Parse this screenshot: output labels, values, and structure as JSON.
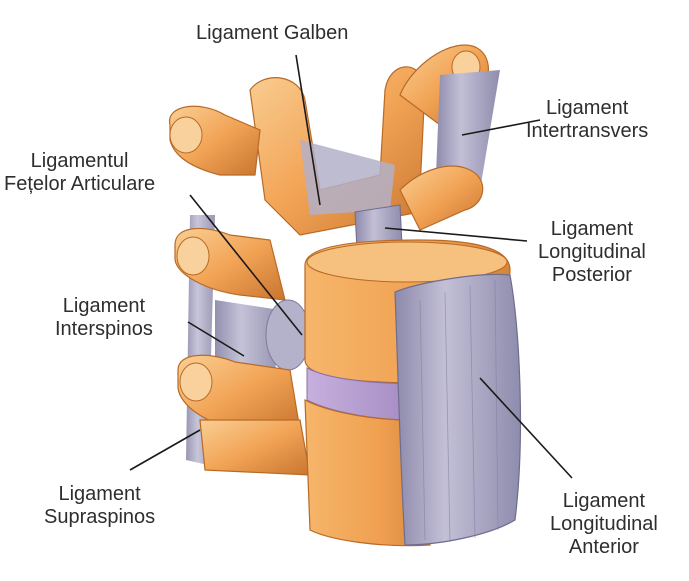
{
  "labels": {
    "ligament_galben": [
      "Ligament Galben"
    ],
    "ligament_intertransvers": [
      "Ligament",
      "Intertransvers"
    ],
    "ligamentul_fetelor_articulare": [
      "Ligamentul",
      "Fețelor Articulare"
    ],
    "ligament_longitudinal_posterior": [
      "Ligament",
      "Longitudinal",
      "Posterior"
    ],
    "ligament_interspinos": [
      "Ligament",
      "Interspinos"
    ],
    "ligament_supraspinos": [
      "Ligament",
      "Supraspinos"
    ],
    "ligament_longitudinal_anterior": [
      "Ligament",
      "Longitudinal",
      "Anterior"
    ]
  },
  "colors": {
    "bone": "#f2a456",
    "bone_light": "#f8c98d",
    "bone_dark": "#c9742a",
    "ligament": "#a9a6c2",
    "ligament_dark": "#7d7a9c",
    "disc": "#b59bd0",
    "leader_line": "#1a1a1a"
  }
}
